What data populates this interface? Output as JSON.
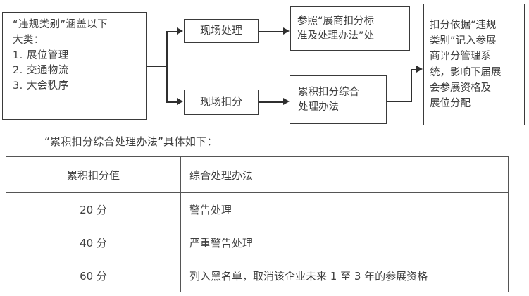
{
  "flowchart": {
    "boxes": {
      "categories": {
        "line1": "“违规类别”涵盖以下",
        "line2": "大类：",
        "item1_num": "1.",
        "item1": "展位管理",
        "item2_num": "2.",
        "item2": "交通物流",
        "item3_num": "3.",
        "item3": "大会秩序"
      },
      "onsite_handle": {
        "label": "现场处理"
      },
      "onsite_deduct": {
        "label": "现场扣分"
      },
      "refer_standard": {
        "line1": "参照“展商扣分标",
        "line2": "准及处理办法”处"
      },
      "cumulative_method": {
        "line1": "累积扣分综合",
        "line2": "处理办法"
      },
      "record_system": {
        "line1": "扣分依据“违规",
        "line2": "类别”记入参展",
        "line3": "商评分管理系",
        "line4": "统，影响下届展",
        "line5": "会参展资格及",
        "line6": "展位分配"
      }
    }
  },
  "caption": {
    "text": "“累积扣分综合处理办法”具体如下："
  },
  "table": {
    "headers": {
      "score": "累积扣分值",
      "method": "综合处理办法"
    },
    "rows": [
      {
        "score": "20 分",
        "method": "警告处理"
      },
      {
        "score": "40 分",
        "method": "严重警告处理"
      },
      {
        "score": "60 分",
        "method": "列入黑名单，取消该企业未来 1 至 3 年的参展资格"
      }
    ]
  },
  "colors": {
    "line": "#2f2f2f",
    "text": "#3f3f3f",
    "background": "#ffffff"
  }
}
